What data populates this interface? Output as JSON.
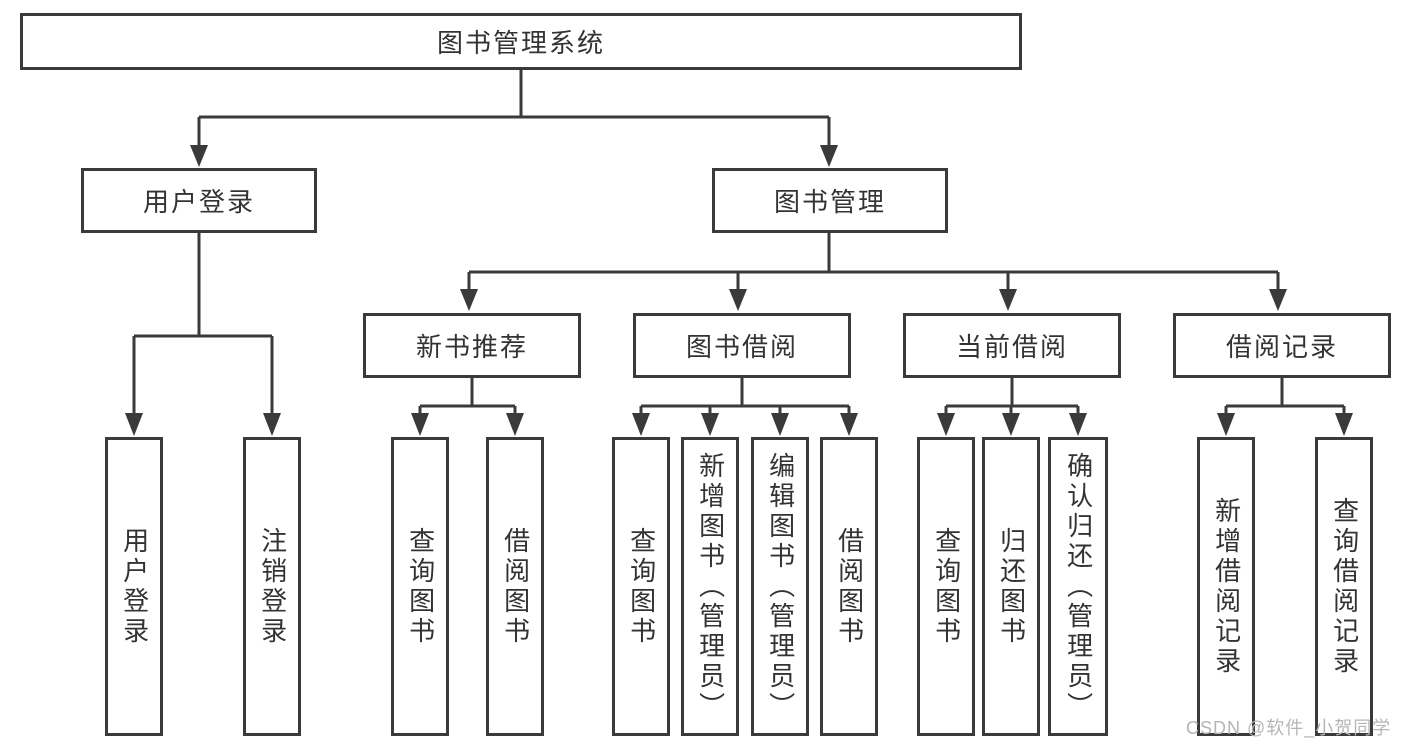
{
  "diagram": {
    "root": "图书管理系统",
    "level2": {
      "user_login": "用户登录",
      "book_mgmt": "图书管理"
    },
    "level3": {
      "new_book_rec": "新书推荐",
      "book_borrow": "图书借阅",
      "current_borrow": "当前借阅",
      "borrow_record": "借阅记录"
    },
    "leaves": {
      "user_login": "用户登录",
      "logout": "注销登录",
      "nbr_query": "查询图书",
      "nbr_borrow": "借阅图书",
      "bb_query": "查询图书",
      "bb_add": "新增图书（管理员）",
      "bb_edit": "编辑图书（管理员）",
      "bb_borrow": "借阅图书",
      "cb_query": "查询图书",
      "cb_return": "归还图书",
      "cb_confirm": "确认归还（管理员）",
      "br_add": "新增借阅记录",
      "br_query": "查询借阅记录"
    }
  },
  "colors": {
    "line": "#3a3a3a",
    "text": "#333333",
    "box_bg": "#ffffff",
    "watermark": "#b5b5b5"
  },
  "watermark": "CSDN @软件_小贺同学"
}
